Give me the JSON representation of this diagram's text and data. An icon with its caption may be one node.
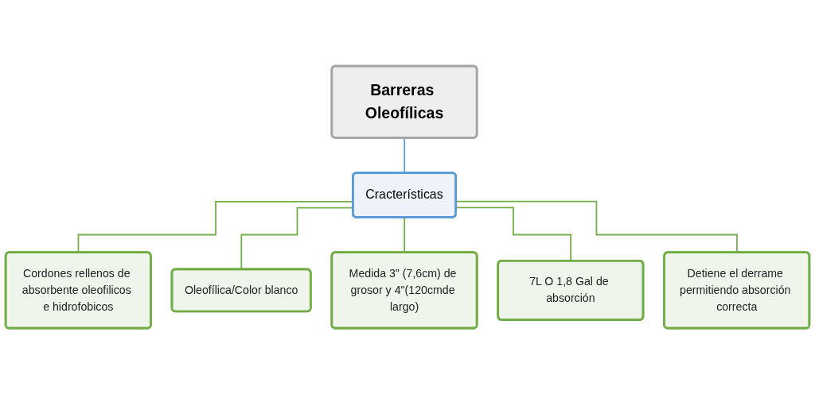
{
  "diagram": {
    "nodes": [
      {
        "text": [
          "Barreras Oleofílicas"
        ]
      },
      {
        "text": [
          "Cracterísticas"
        ]
      },
      {
        "text": [
          "Cordones rellenos de absorbente oleofilicos e hidrofobicos"
        ]
      },
      {
        "text": [
          "Oleofílica/Color blanco"
        ]
      },
      {
        "text": [
          "Medida 3\" (7,6cm) de grosor y 4\"(120cmde largo)"
        ]
      },
      {
        "text": [
          "7L O 1,8 Gal de absorción"
        ]
      },
      {
        "text": [
          "Detiene el derrame permitiendo absorción correcta"
        ]
      }
    ],
    "edges": [
      {
        "from": 0,
        "to": 1,
        "arrow": "none",
        "color": "#5b9bd5"
      },
      {
        "from": 1,
        "to": 2,
        "arrow": "none"
      },
      {
        "from": 1,
        "to": 3,
        "arrow": "none"
      },
      {
        "from": 1,
        "to": 4,
        "arrow": "none"
      },
      {
        "from": 1,
        "to": 5,
        "arrow": "none"
      },
      {
        "from": 1,
        "to": 6,
        "arrow": "none"
      }
    ]
  }
}
